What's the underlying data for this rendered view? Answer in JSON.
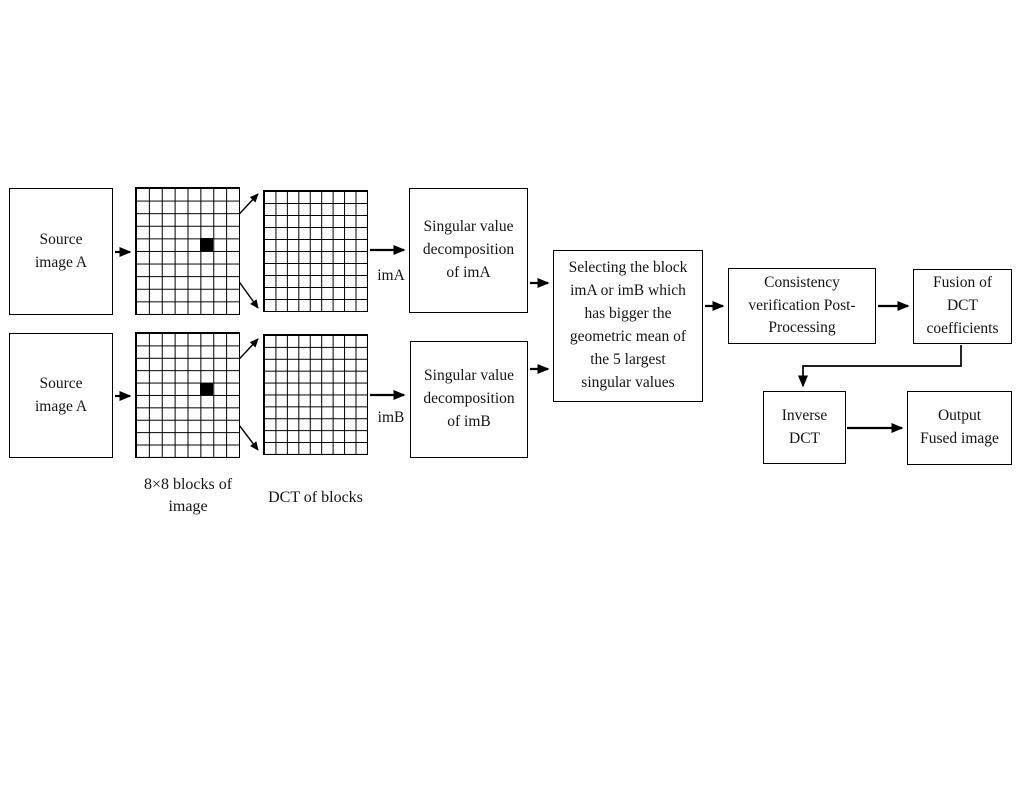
{
  "diagram": {
    "type": "flowchart",
    "background_color": "#ffffff",
    "line_color": "#000000",
    "highlight_cell_color": "#000000",
    "boxes": {
      "source_a": "Source\nimage A",
      "source_b": "Source\nimage A",
      "svd_a": "Singular value\ndecomposition\nof imA",
      "svd_b": "Singular value\ndecomposition\nof imB",
      "selecting": "Selecting the block\nimA or imB which\nhas bigger the\ngeometric mean of\nthe 5 largest\nsingular values",
      "consistency": "Consistency\nverification Post-\nProcessing",
      "fusion": "Fusion of\nDCT\ncoefficients",
      "inverse_dct": "Inverse\nDCT",
      "output": "Output\nFused image"
    },
    "labels": {
      "im_a": "imA",
      "im_b": "imB",
      "blocks_caption": "8×8 blocks of\nimage",
      "dct_caption": "DCT of blocks"
    }
  }
}
